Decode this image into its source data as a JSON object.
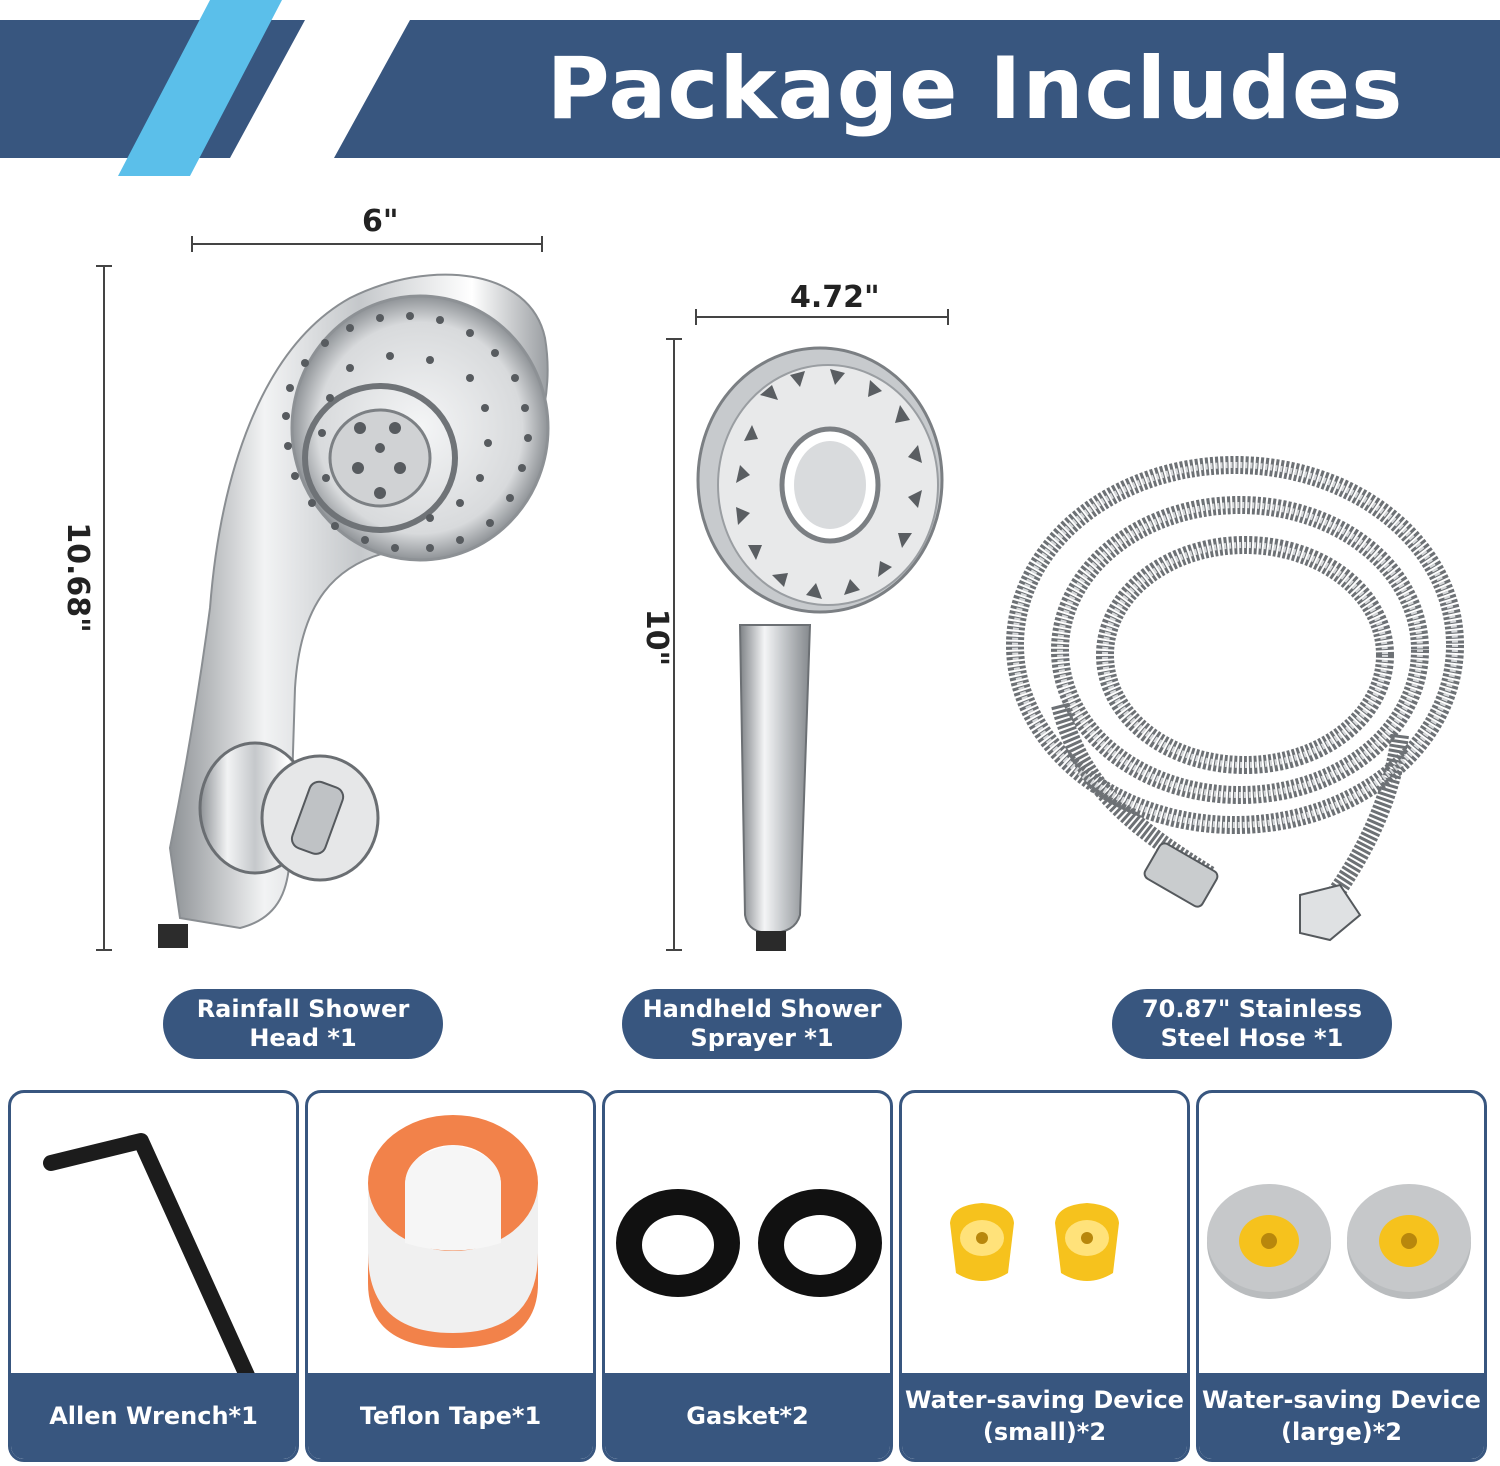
{
  "header": {
    "title": "Package Includes"
  },
  "main_items": [
    {
      "name": "Rainfall Shower Head *1",
      "line1": "Rainfall Shower",
      "line2": "Head *1",
      "width": "6\"",
      "height": "10.68\""
    },
    {
      "name": "Handheld Shower Sprayer *1",
      "line1": "Handheld Shower",
      "line2": "Sprayer *1",
      "width": "4.72\"",
      "height": "10\""
    },
    {
      "name": "70.87\" Stainless Steel Hose *1",
      "line1": "70.87\" Stainless",
      "line2": "Steel Hose *1"
    }
  ],
  "accessories": [
    {
      "line1": "Allen Wrench*1",
      "line2": ""
    },
    {
      "line1": "Teflon Tape*1",
      "line2": ""
    },
    {
      "line1": "Gasket*2",
      "line2": ""
    },
    {
      "line1": "Water-saving Device",
      "line2": "(small)*2"
    },
    {
      "line1": "Water-saving Device",
      "line2": "(large)*2"
    }
  ],
  "colors": {
    "brand_blue": "#38567f",
    "accent_light_blue": "#5bbfea",
    "tape_orange": "#f2824a",
    "saver_yellow": "#f6c21d",
    "saver_gray": "#b9bcbe"
  }
}
